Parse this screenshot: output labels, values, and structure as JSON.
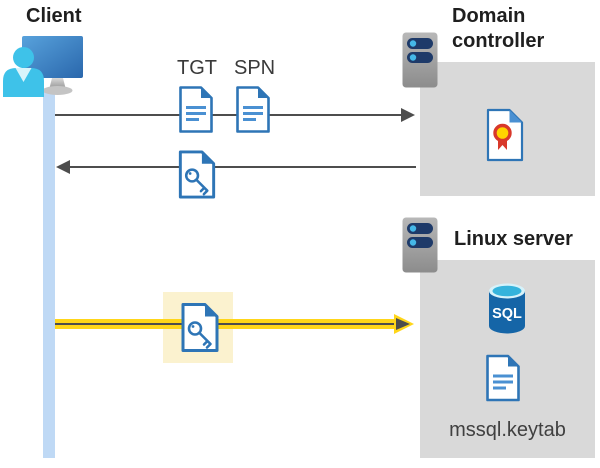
{
  "client": {
    "label": "Client"
  },
  "tickets": {
    "tgt": "TGT",
    "spn": "SPN"
  },
  "domain_controller": {
    "label": "Domain controller"
  },
  "linux_server": {
    "label": "Linux server"
  },
  "sql": {
    "label": "SQL"
  },
  "keytab": {
    "label": "mssql.keytab"
  },
  "flows": [
    {
      "name": "request-tgt-spn",
      "from": "client",
      "to": "domain-controller",
      "direction": "right",
      "items": [
        "TGT",
        "SPN"
      ],
      "highlighted": false
    },
    {
      "name": "return-kerberos-ticket",
      "from": "domain-controller",
      "to": "client",
      "direction": "left",
      "items": [
        "key-ticket"
      ],
      "highlighted": false
    },
    {
      "name": "present-service-ticket",
      "from": "client",
      "to": "linux-server",
      "direction": "right",
      "items": [
        "key-ticket"
      ],
      "highlighted": true
    }
  ],
  "icons": {
    "client": "user-at-monitor-icon",
    "server": "server-rack-icon",
    "ticket_document": "text-document-icon",
    "kerberos_ticket": "key-document-icon",
    "certificate": "certificate-document-icon",
    "sql_database": "sql-cylinder-icon"
  },
  "colors": {
    "document_blue": "#2E75B6",
    "document_line_blue": "#4A90D2",
    "arrow_gray": "#4D4D4D",
    "highlight_yellow": "#FFD619",
    "highlight_box_yellow": "#FBF2CF",
    "panel_gray": "#D9D9D9",
    "lifeline_blue": "#BFD9F5",
    "person_cyan": "#3EC2E9",
    "monitor_blue": "#3578BE",
    "server_slot_navy": "#1E3A69",
    "server_dot_cyan": "#45B8E8",
    "sql_blue": "#1565A7",
    "sql_top_cyan": "#35B3DC",
    "certificate_red": "#D8382A",
    "certificate_yellow": "#FFD400",
    "text_dark": "#1F1F1F",
    "text_gray": "#404040"
  }
}
